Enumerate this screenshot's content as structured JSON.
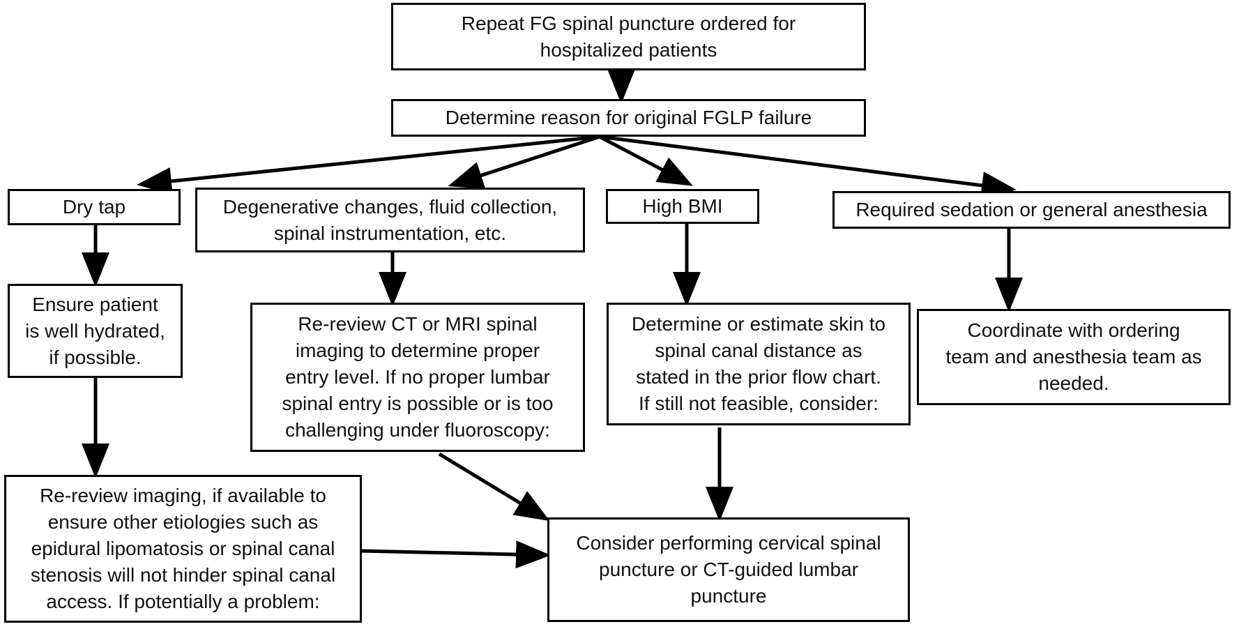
{
  "diagram": {
    "type": "flowchart",
    "colors": {
      "box_border": "#000000",
      "arrow": "#000000",
      "text": "#111111",
      "background": "#ffffff"
    },
    "nodes": {
      "start": {
        "text": "Repeat FG spinal puncture ordered for\nhospitalized patients"
      },
      "reason": {
        "text": "Determine reason for original FGLP failure"
      },
      "dry_tap": {
        "text": "Dry tap"
      },
      "degenerative": {
        "text": "Degenerative changes, fluid collection,\nspinal instrumentation, etc."
      },
      "high_bmi": {
        "text": "High BMI"
      },
      "sedation": {
        "text": "Required sedation or general anesthesia"
      },
      "hydrate": {
        "text": "Ensure patient\nis well hydrated,\nif possible."
      },
      "rereview_ct": {
        "text": "Re-review CT or MRI spinal\nimaging to determine proper\nentry level. If no proper lumbar\nspinal entry is possible or is too\nchallenging under fluoroscopy:"
      },
      "skin_distance": {
        "text": "Determine or estimate skin to\nspinal canal distance as\nstated in the prior flow chart.\nIf still not feasible, consider:"
      },
      "coordinate": {
        "text": "Coordinate with ordering\nteam and anesthesia team as\nneeded."
      },
      "rereview_imaging": {
        "text": "Re-review imaging, if available to\nensure other etiologies such as\nepidural lipomatosis or spinal canal\nstenosis will not hinder spinal canal\naccess. If potentially a problem:"
      },
      "consider": {
        "text": "Consider performing cervical spinal\npuncture or CT-guided lumbar\npuncture"
      }
    },
    "edges": [
      {
        "from": "start",
        "to": "reason"
      },
      {
        "from": "reason",
        "to": "dry_tap"
      },
      {
        "from": "reason",
        "to": "degenerative"
      },
      {
        "from": "reason",
        "to": "high_bmi"
      },
      {
        "from": "reason",
        "to": "sedation"
      },
      {
        "from": "dry_tap",
        "to": "hydrate"
      },
      {
        "from": "degenerative",
        "to": "rereview_ct"
      },
      {
        "from": "high_bmi",
        "to": "skin_distance"
      },
      {
        "from": "sedation",
        "to": "coordinate"
      },
      {
        "from": "hydrate",
        "to": "rereview_imaging"
      },
      {
        "from": "rereview_ct",
        "to": "consider"
      },
      {
        "from": "skin_distance",
        "to": "consider"
      },
      {
        "from": "rereview_imaging",
        "to": "consider"
      }
    ]
  }
}
